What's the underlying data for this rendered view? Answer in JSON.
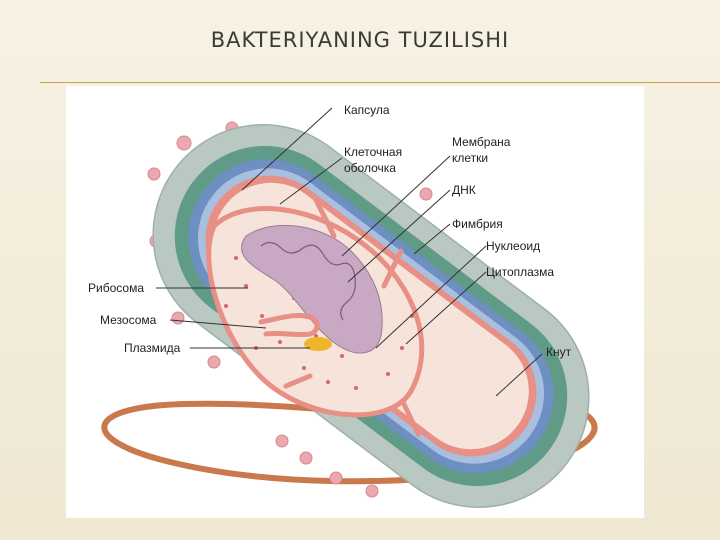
{
  "slide": {
    "title": "BAKTERIYANING TUZILISHI"
  },
  "diagram": {
    "labels": {
      "capsule": "Капсула",
      "cell_wall_line1": "Клеточная",
      "cell_wall_line2": "оболочка",
      "membrane_line1": "Мембрана",
      "membrane_line2": "клетки",
      "dna": "ДНК",
      "fimbria": "Фимбрия",
      "nucleoid": "Нуклеоид",
      "cytoplasm": "Цитоплазма",
      "ribosome": "Рибосома",
      "mesosome": "Мезосома",
      "plasmid": "Плазмида",
      "flagellum": "Кнут"
    },
    "colors": {
      "capsule": "#b9c8c0",
      "wall_green": "#5f9b86",
      "wall_blue": "#6d8fc2",
      "membrane": "#e88f86",
      "cytoplasm": "#f6e3da",
      "nucleoid": "#c9a8c4",
      "flagellum": "#c9794c",
      "plasmid": "#f0b429",
      "pili": "#e9a9ae"
    }
  }
}
